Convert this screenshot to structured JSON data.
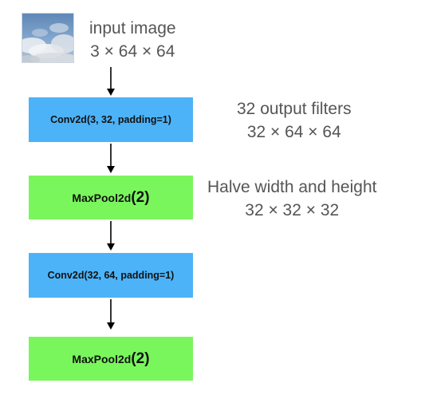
{
  "input": {
    "label": "input image",
    "shape": "3 × 64 × 64"
  },
  "layers": [
    {
      "name": "Conv2d",
      "args": "(3, 32, padding=1)",
      "color": "#4db3f8"
    },
    {
      "name": "MaxPool2d",
      "args": "(2)",
      "color": "#7af65d"
    },
    {
      "name": "Conv2d",
      "args": "(32, 64, padding=1)",
      "color": "#4db3f8"
    },
    {
      "name": "MaxPool2d",
      "args": "(2)",
      "color": "#7af65d"
    }
  ],
  "annotations": [
    {
      "text": "32 output filters",
      "shape": "32 × 64 × 64"
    },
    {
      "text": "Halve width and height",
      "shape": "32 × 32 × 32"
    }
  ]
}
